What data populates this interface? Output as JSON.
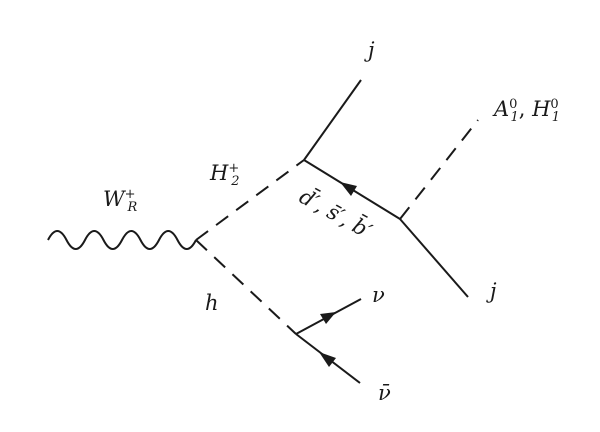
{
  "labels": {
    "w_boson": {
      "base": "W",
      "sup": "+",
      "sub": "R"
    },
    "charged_higgs": {
      "base": "H",
      "sup": "+",
      "sub": "2"
    },
    "neutral_higgs": {
      "base": "h"
    },
    "quarks": {
      "text": "d̄′, s̄′, b̄′"
    },
    "pseudoscalars": {
      "a_base": "A",
      "a_sup": "0",
      "a_sub": "1",
      "sep": ", ",
      "h_base": "H",
      "h_sup": "0",
      "h_sub": "1"
    },
    "jet_top": {
      "text": "j"
    },
    "jet_bottom": {
      "text": "j"
    },
    "neutrino": {
      "text": "ν"
    },
    "antineutrino": {
      "text": "ν̄"
    }
  }
}
